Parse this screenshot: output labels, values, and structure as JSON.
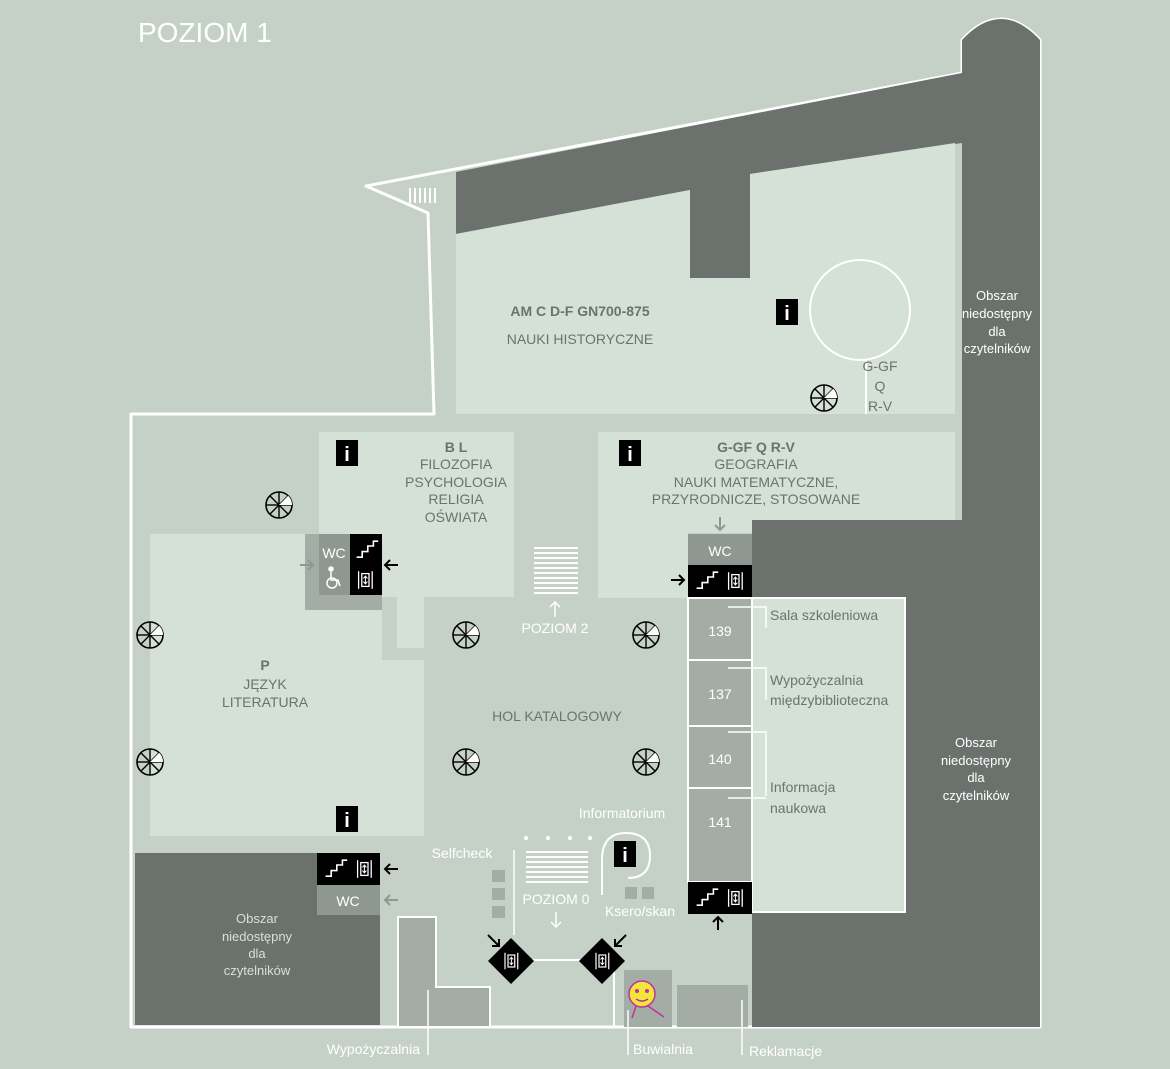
{
  "title": "POZIOM 1",
  "zones": {
    "historical": {
      "code": "AM C D-F GN700-875",
      "name": "NAUKI HISTORYCZNE"
    },
    "ggf_side": {
      "line1": "G-GF",
      "line2": "Q",
      "line3": "R-V"
    },
    "bl": {
      "code": "B L",
      "line1": "FILOZOFIA",
      "line2": "PSYCHOLOGIA",
      "line3": "RELIGIA",
      "line4": "OŚWIATA"
    },
    "geo": {
      "code": "G-GF  Q  R-V",
      "line1": "GEOGRAFIA",
      "line2": "NAUKI MATEMATYCZNE,",
      "line3": "PRZYRODNICZE, STOSOWANE"
    },
    "p": {
      "code": "P",
      "line1": "JĘZYK",
      "line2": "LITERATURA"
    },
    "hall": "HOL KATALOGOWY",
    "poziom2": "POZIOM 2",
    "poziom0": "POZIOM 0",
    "informatorium": "Informatorium",
    "selfcheck": "Selfcheck",
    "ksero": "Ksero/skan"
  },
  "restricted": {
    "line1": "Obszar",
    "line2": "niedostępny",
    "line3": "dla",
    "line4": "czytelników"
  },
  "rooms": [
    {
      "number": "139"
    },
    {
      "number": "137"
    },
    {
      "number": "140"
    },
    {
      "number": "141"
    }
  ],
  "side_labels": {
    "sala": "Sala szkoleniowa",
    "wyp_line1": "Wypożyczalnia",
    "wyp_line2": "międzybiblioteczna",
    "info_line1": "Informacja",
    "info_line2": "naukowa"
  },
  "bottom_labels": {
    "wypozyczalnia": "Wypożyczalnia",
    "buwialnia": "Buwialnia",
    "reklamacje": "Reklamacje"
  },
  "wc": "WC",
  "info_glyph": "i",
  "colors": {
    "background": "#c5d1c7",
    "floor": "#d5e0d6",
    "restricted": "#6b726d",
    "room": "#a4aca6",
    "wall": "#ffffff",
    "black": "#000000"
  }
}
